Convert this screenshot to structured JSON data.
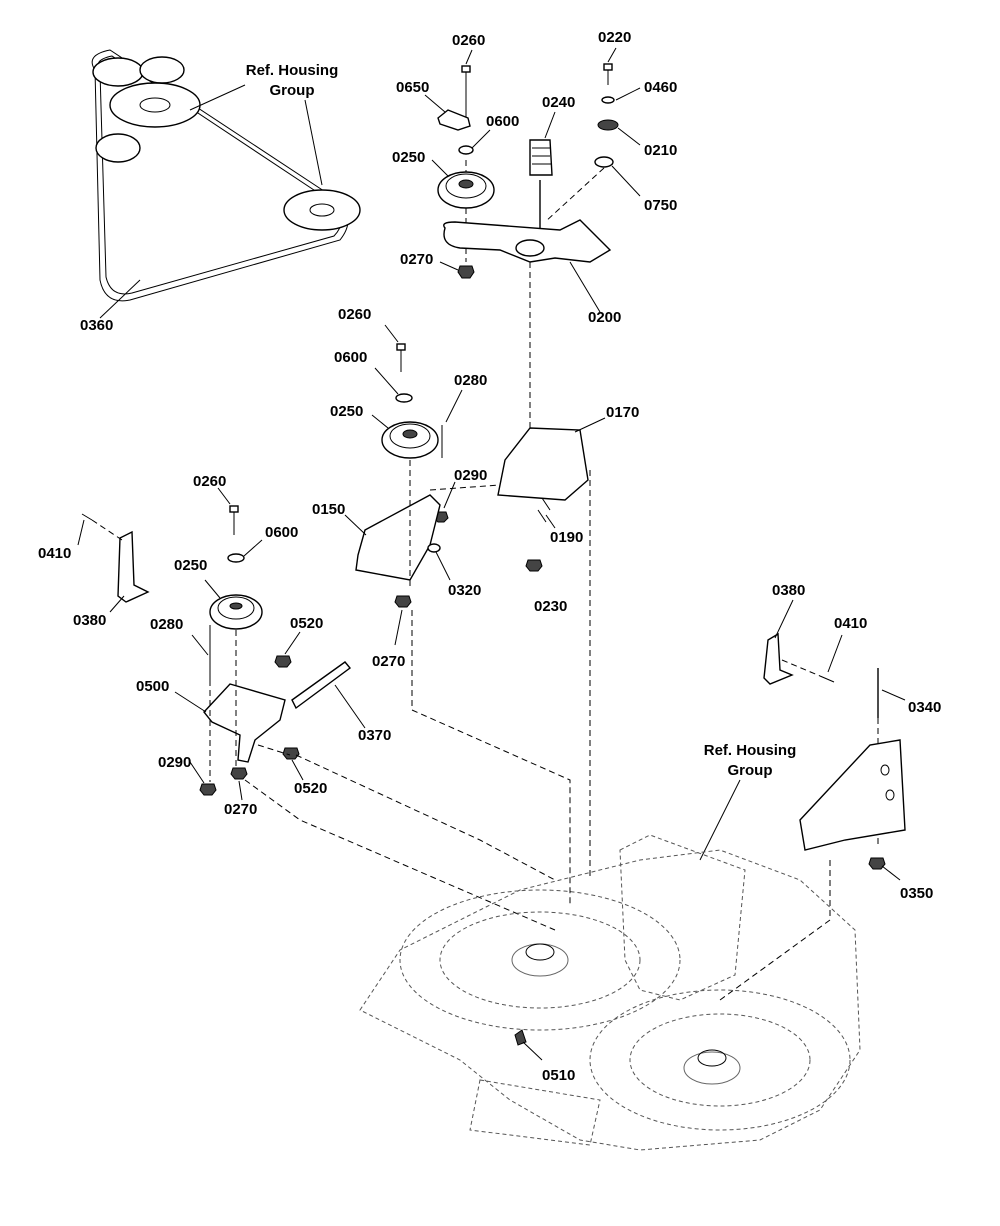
{
  "reference_labels": {
    "belt_ref": [
      "Ref. Housing",
      "Group"
    ],
    "deck_ref": [
      "Ref. Housing",
      "Group"
    ]
  },
  "part_labels": [
    "0260",
    "0220",
    "0650",
    "0460",
    "0600",
    "0240",
    "0210",
    "0250",
    "0750",
    "0270",
    "0200",
    "0360",
    "0260",
    "0600",
    "0280",
    "0250",
    "0170",
    "0290",
    "0150",
    "0190",
    "0320",
    "0230",
    "0260",
    "0600",
    "0410",
    "0250",
    "0380",
    "0520",
    "0280",
    "0270",
    "0500",
    "0370",
    "0290",
    "0520",
    "0270",
    "0380",
    "0410",
    "0340",
    "0350",
    "0510"
  ],
  "colors": {
    "line": "#000000",
    "deck": "#555555",
    "background": "#ffffff"
  }
}
